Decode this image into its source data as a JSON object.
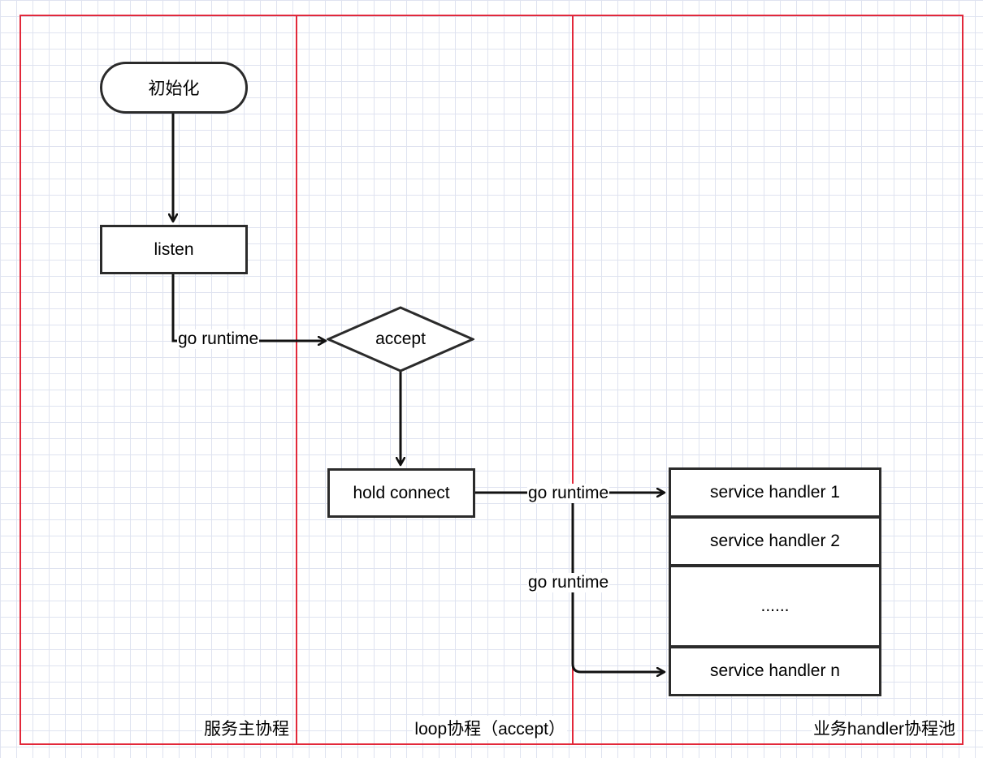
{
  "lanes": [
    {
      "id": "main",
      "label": "服务主协程"
    },
    {
      "id": "loop",
      "label": "loop协程（accept）"
    },
    {
      "id": "pool",
      "label": "业务handler协程池"
    }
  ],
  "nodes": {
    "init": "初始化",
    "listen": "listen",
    "accept": "accept",
    "hold_connect": "hold connect",
    "handlers": [
      "service handler 1",
      "service handler 2",
      "......",
      "service handler n"
    ]
  },
  "edges": {
    "listen_to_accept": "go runtime",
    "hold_to_handler1": "go runtime",
    "hold_to_handlern": "go runtime"
  },
  "colors": {
    "lane_border": "#e2283a",
    "node_border": "#2b2b2b",
    "grid": "#dfe3f0"
  }
}
